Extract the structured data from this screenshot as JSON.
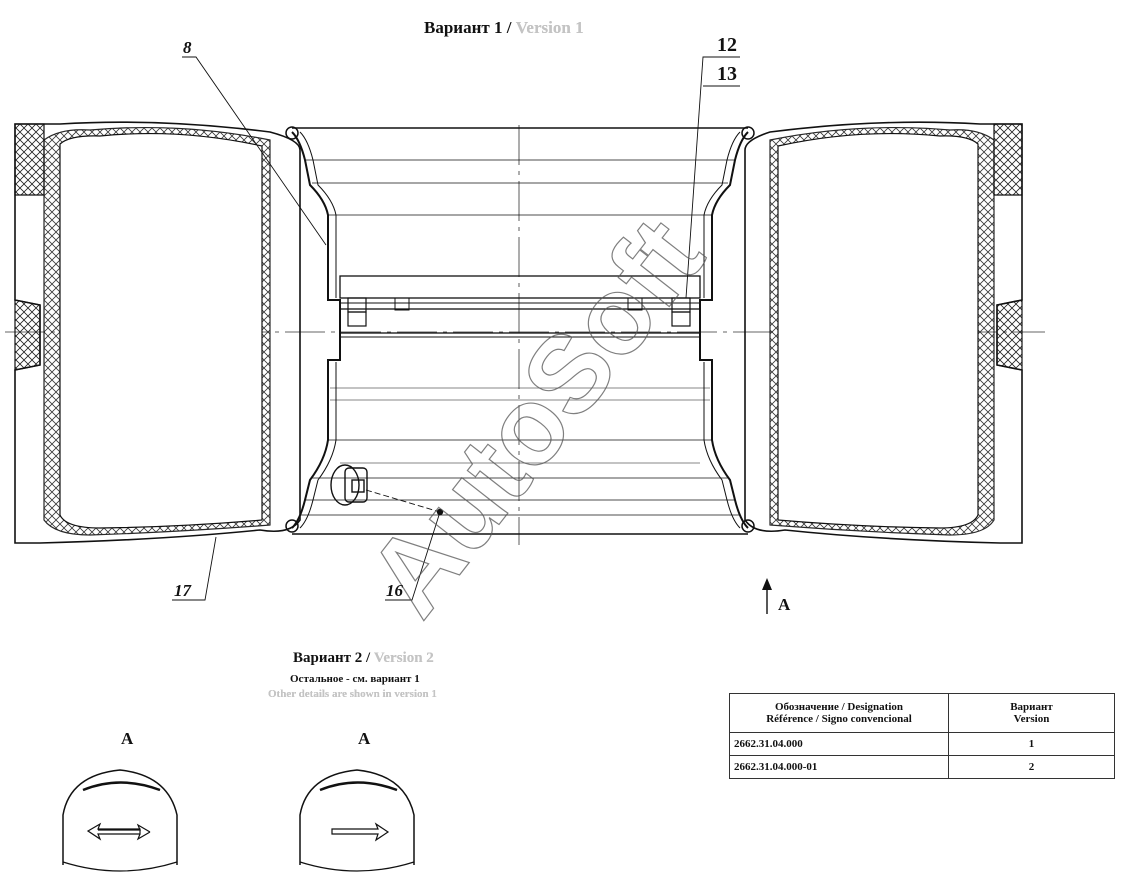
{
  "title1": {
    "ru": "Вариант 1 /",
    "en": "Version 1"
  },
  "title2": {
    "ru": "Вариант 2 /",
    "en": "Version 2"
  },
  "note_ru": "Остальное - см. вариант 1",
  "note_en": "Other details are shown in version 1",
  "watermark": "AutoSoft",
  "labels": {
    "p8": "8",
    "p12": "12",
    "p13": "13",
    "p16": "16",
    "p17": "17",
    "viewA": "A"
  },
  "views": {
    "left": "A",
    "right": "A"
  },
  "table": {
    "header_designation": [
      "Обозначение / Designation",
      "Référence / Signo convencional"
    ],
    "header_version": [
      "Вариант",
      "Version"
    ],
    "rows": [
      {
        "designation": "2662.31.04.000",
        "version": "1"
      },
      {
        "designation": "2662.31.04.000-01",
        "version": "2"
      }
    ]
  }
}
